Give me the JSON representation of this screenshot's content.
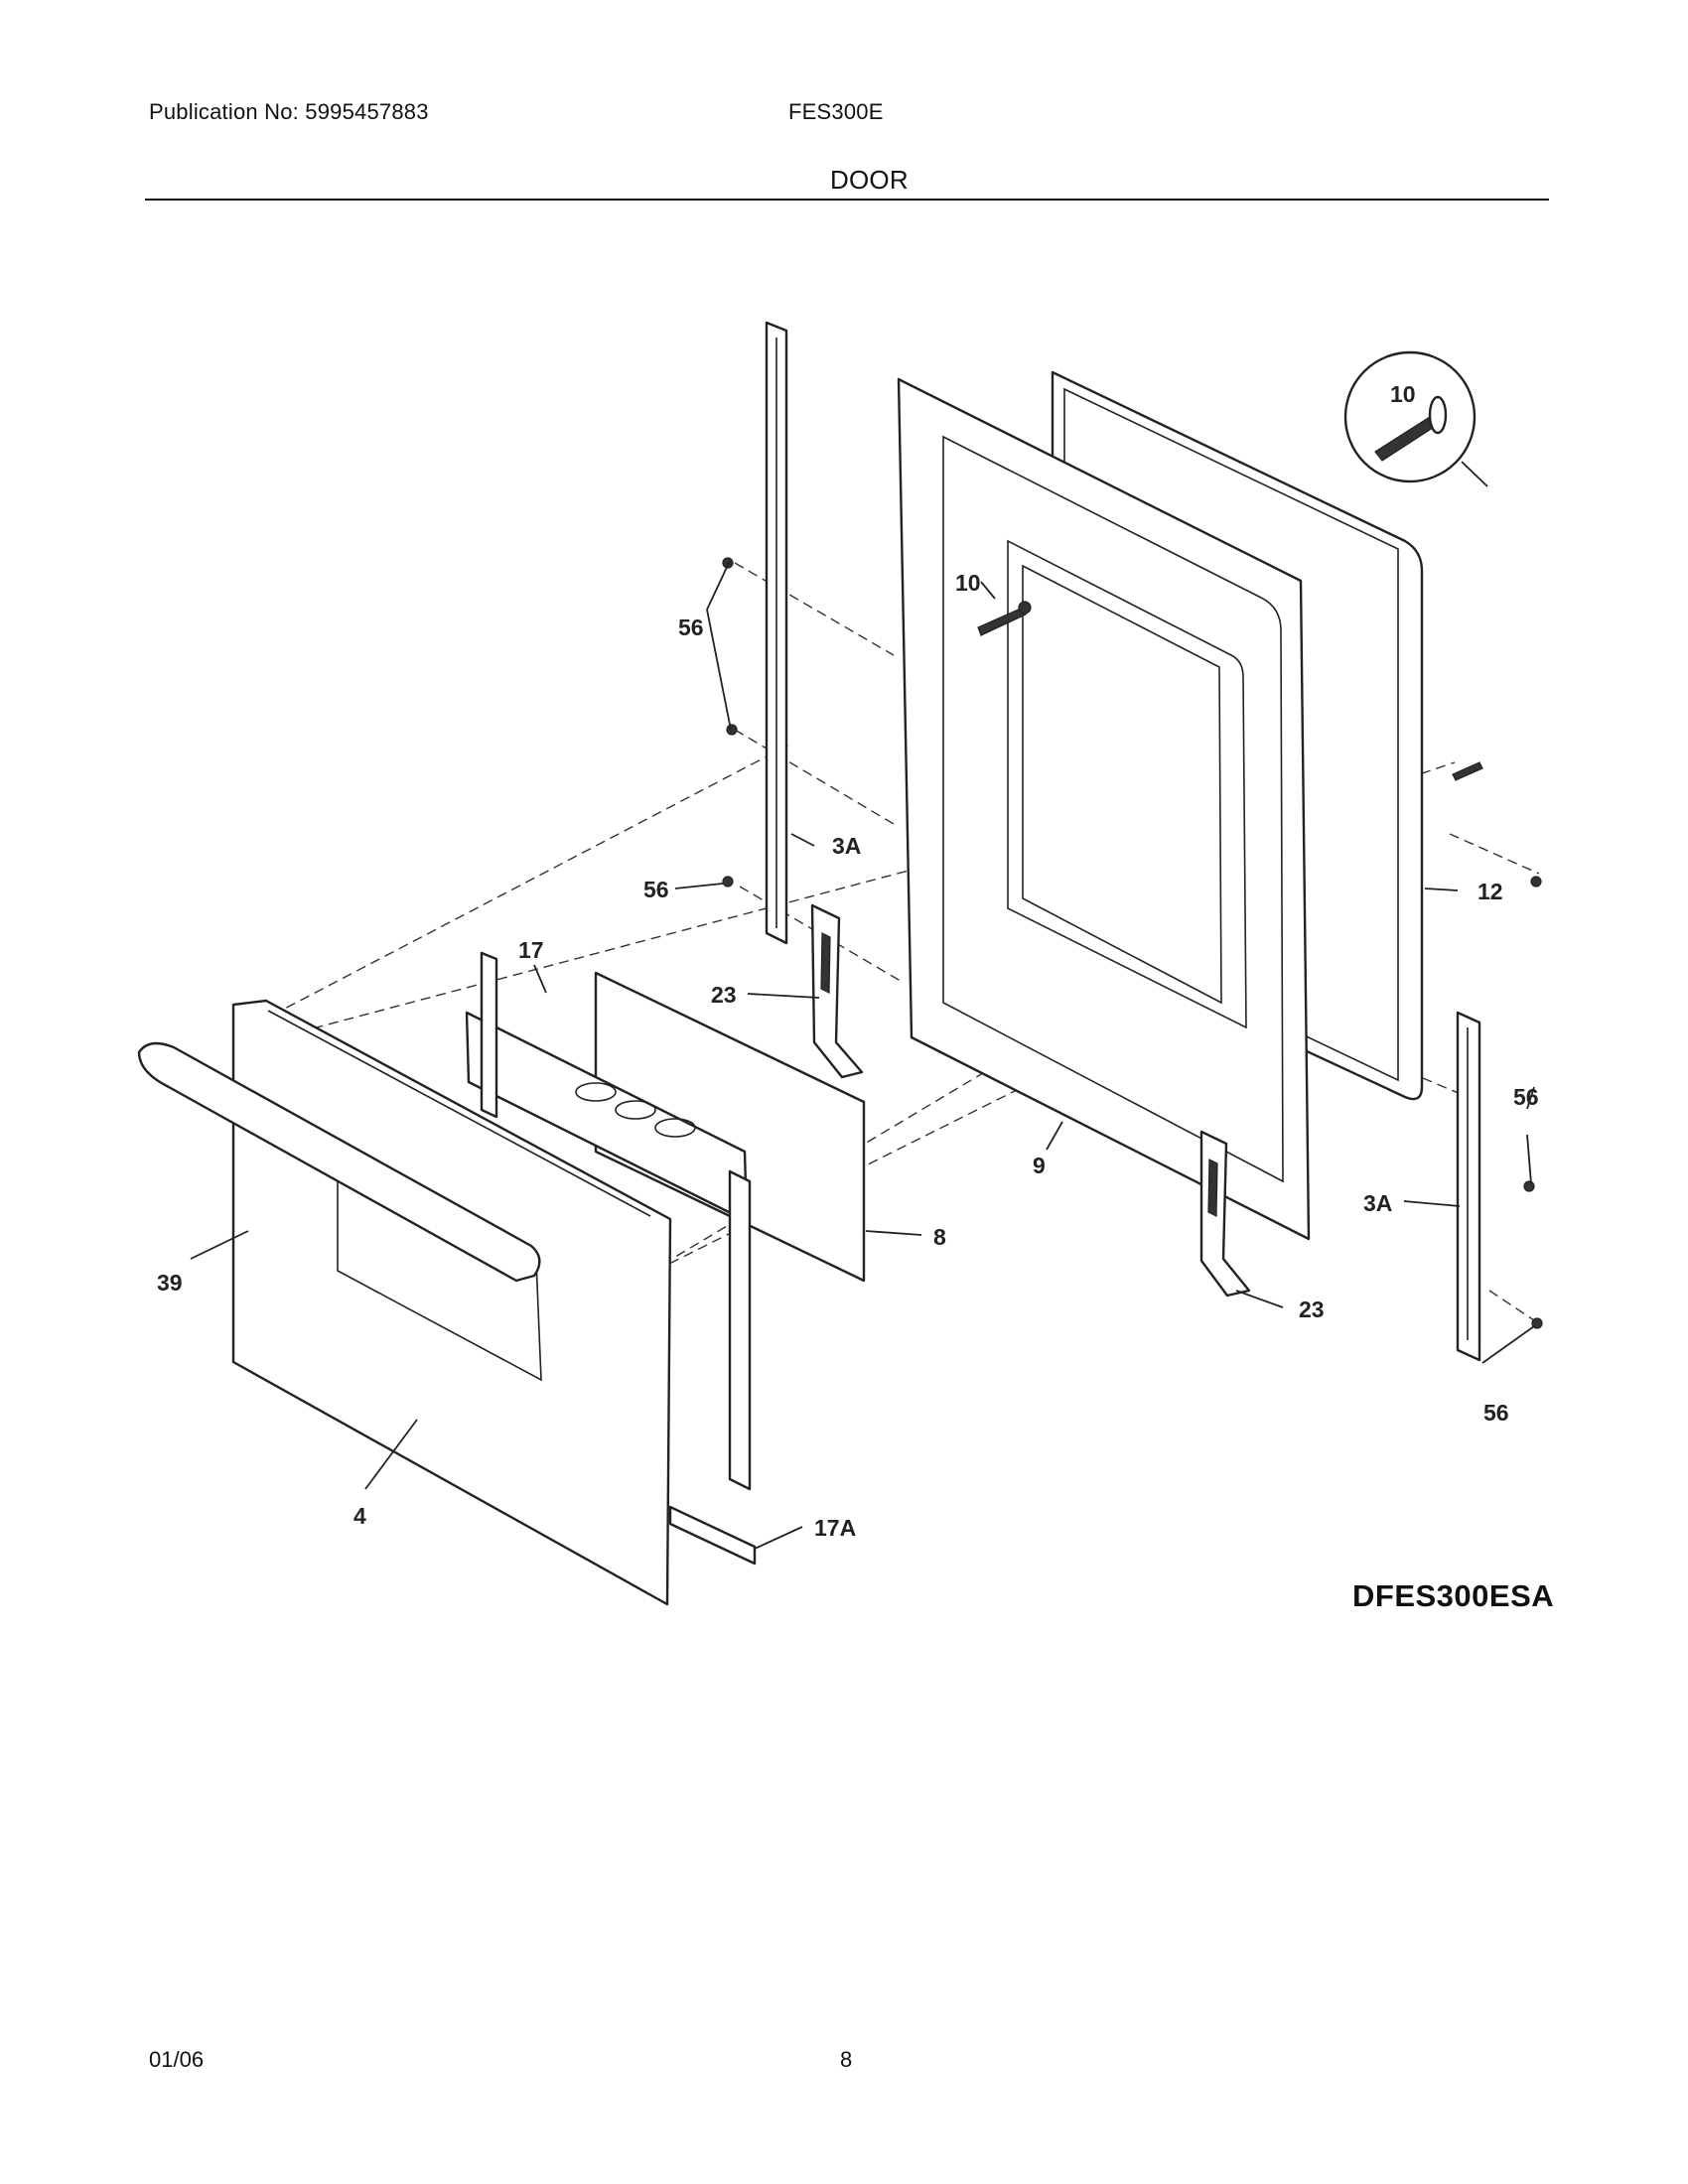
{
  "header": {
    "publication": "Publication No: 5995457883",
    "model": "FES300E",
    "section": "DOOR"
  },
  "diagram_id": "DFES300ESA",
  "callouts": {
    "c56_top": "56",
    "c10_top": "10",
    "c10_detail": "10",
    "c3a_left": "3A",
    "c56_mid": "56",
    "c12": "12",
    "c17": "17",
    "c23_left": "23",
    "c56_right": "56",
    "c9": "9",
    "c3a_right": "3A",
    "c8": "8",
    "c39": "39",
    "c23_right": "23",
    "c56_bottom": "56",
    "c4": "4",
    "c17a": "17A"
  },
  "footer": {
    "date": "01/06",
    "page": "8"
  }
}
